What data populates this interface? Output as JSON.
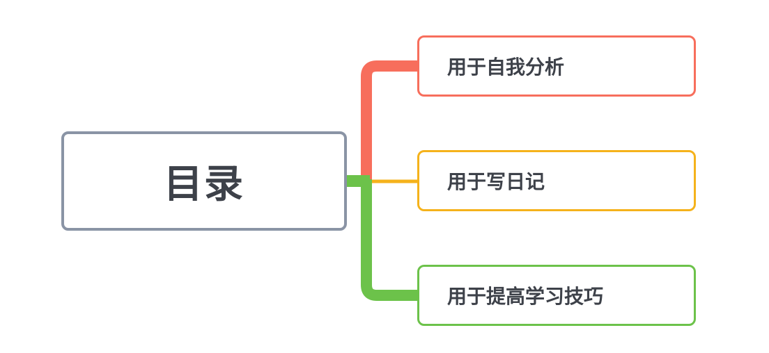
{
  "mindmap": {
    "root": {
      "label": "目录",
      "border_color": "#8a94a5"
    },
    "branches": [
      {
        "label": "用于自我分析",
        "color": "#f76e5c"
      },
      {
        "label": "用于写日记",
        "color": "#f5b21b"
      },
      {
        "label": "用于提高学习技巧",
        "color": "#6cc24a"
      }
    ]
  }
}
